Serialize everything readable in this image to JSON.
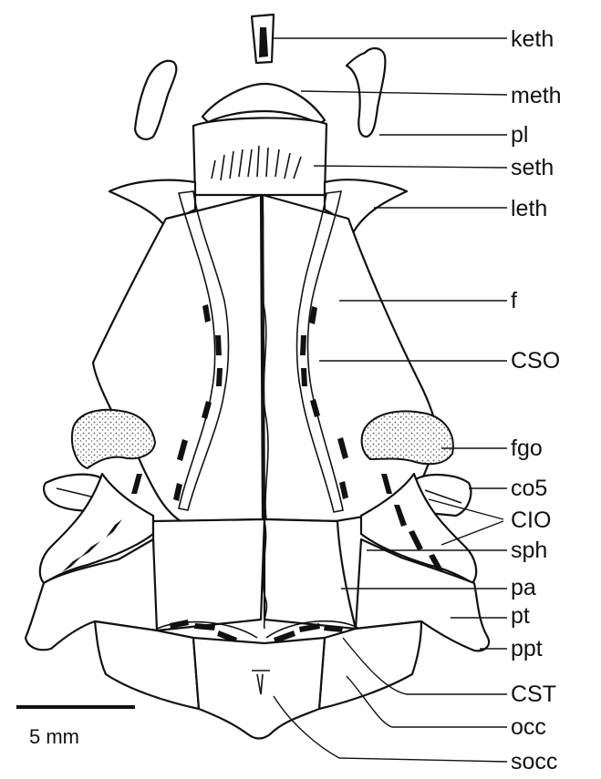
{
  "labels": {
    "keth": "keth",
    "meth": "meth",
    "pl": "pl",
    "seth": "seth",
    "leth": "leth",
    "f": "f",
    "cso": "CSO",
    "fgo": "fgo",
    "co5": "co5",
    "cio": "CIO",
    "sph": "sph",
    "pa": "pa",
    "pt": "pt",
    "ppt": "ppt",
    "cst": "CST",
    "occ": "occ",
    "socc": "socc"
  },
  "scale_bar": {
    "label": "5 mm"
  },
  "colors": {
    "ink": "#111111",
    "background": "#ffffff",
    "stipple": "#555555"
  }
}
